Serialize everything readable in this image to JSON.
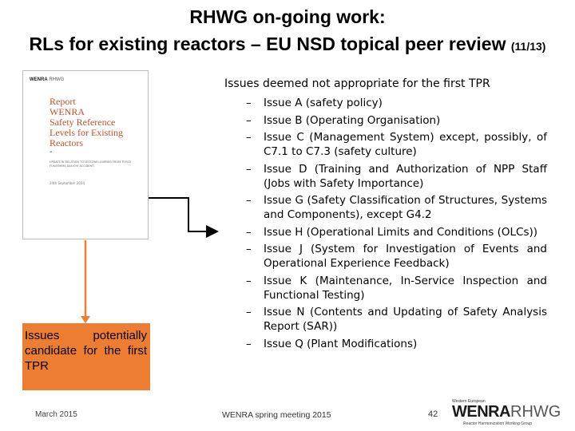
{
  "header": {
    "title_line1": "RHWG on-going work:",
    "title_line2": "RLs for existing reactors – EU NSD topical peer review",
    "page_indicator": "(11/13)"
  },
  "report_thumbnail": {
    "logo_small": "WENRA",
    "logo_small_suffix": "RHWG",
    "title_lines": [
      "Report",
      "WENRA",
      "Safety Reference",
      "Levels for Existing",
      "Reactors"
    ],
    "dash": "-",
    "subtitle": "UPDATE IN RELATION TO LESSONS LEARNED FROM TEPCO FUKUSHIMA DAI-ICHI ACCIDENT",
    "date": "24th September 2014"
  },
  "candidate_box": {
    "text": "Issues potentially candidate for the first TPR"
  },
  "issues_panel": {
    "heading": "Issues deemed not appropriate for the first TPR",
    "dash": "–",
    "items": [
      "Issue A (safety policy)",
      "Issue B (Operating Organisation)",
      "Issue C (Management System) except, possibly, of C7.1 to C7.3 (safety culture)",
      "Issue D (Training and Authorization of NPP Staff (Jobs with Safety Importance)",
      "Issue G (Safety Classification of Structures, Systems and Components), except G4.2",
      "Issue H (Operational Limits and Conditions (OLCs))",
      "Issue J (System for Investigation of Events and Operational Experience Feedback)",
      "Issue K (Maintenance, In-Service Inspection and Functional Testing)",
      "Issue N (Contents and Updating of Safety Analysis Report (SAR))",
      "Issue Q (Plant Modifications)"
    ]
  },
  "footer": {
    "date": "March 2015",
    "meeting": "WENRA spring meeting 2015",
    "page_number": "42",
    "logo_top": "Western European",
    "logo_wenra": "WENRA",
    "logo_rhwg": "RHWG",
    "logo_sub": "Reactor Harmonization Working Group"
  },
  "colors": {
    "accent_orange": "#ed7d31",
    "report_title_red": "#c4502a"
  }
}
